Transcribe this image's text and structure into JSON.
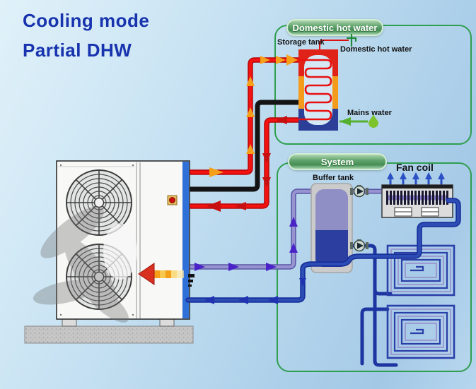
{
  "page": {
    "title_line1": "Cooling mode",
    "title_line2": "Partial DHW"
  },
  "dhw_panel": {
    "header": "Domestic hot water",
    "storage_tank_label": "Storage tank",
    "outlet_label": "Domestic hot water",
    "mains_label": "Mains water"
  },
  "system_panel": {
    "header": "System",
    "buffer_tank_label": "Buffer tank",
    "fan_coil_label": "Fan coil"
  },
  "icons": {
    "faucet": "faucet-icon",
    "droplet": "water-droplet-icon",
    "pump": "circulation-pump-icon",
    "fan": "fan-grille-icon",
    "airflow": "airflow-arrow-icon"
  },
  "colors": {
    "title_blue": "#1733ae",
    "panel_border_green": "#2f9e4e",
    "pill_green": "#458e55",
    "hot_supply_red": "#f31212",
    "supply_arrow_orange": "#f5a018",
    "return_arrow_red": "#c81010",
    "refrigerant_black": "#141414",
    "chilled_supply_purple": "#9693cf",
    "chilled_return_blue": "#2d4cb4",
    "tank_hot_red": "#e02318",
    "tank_warm_orange": "#f59b1c",
    "tank_cold_blue": "#2b3f98",
    "mains_green": "#56b030"
  }
}
